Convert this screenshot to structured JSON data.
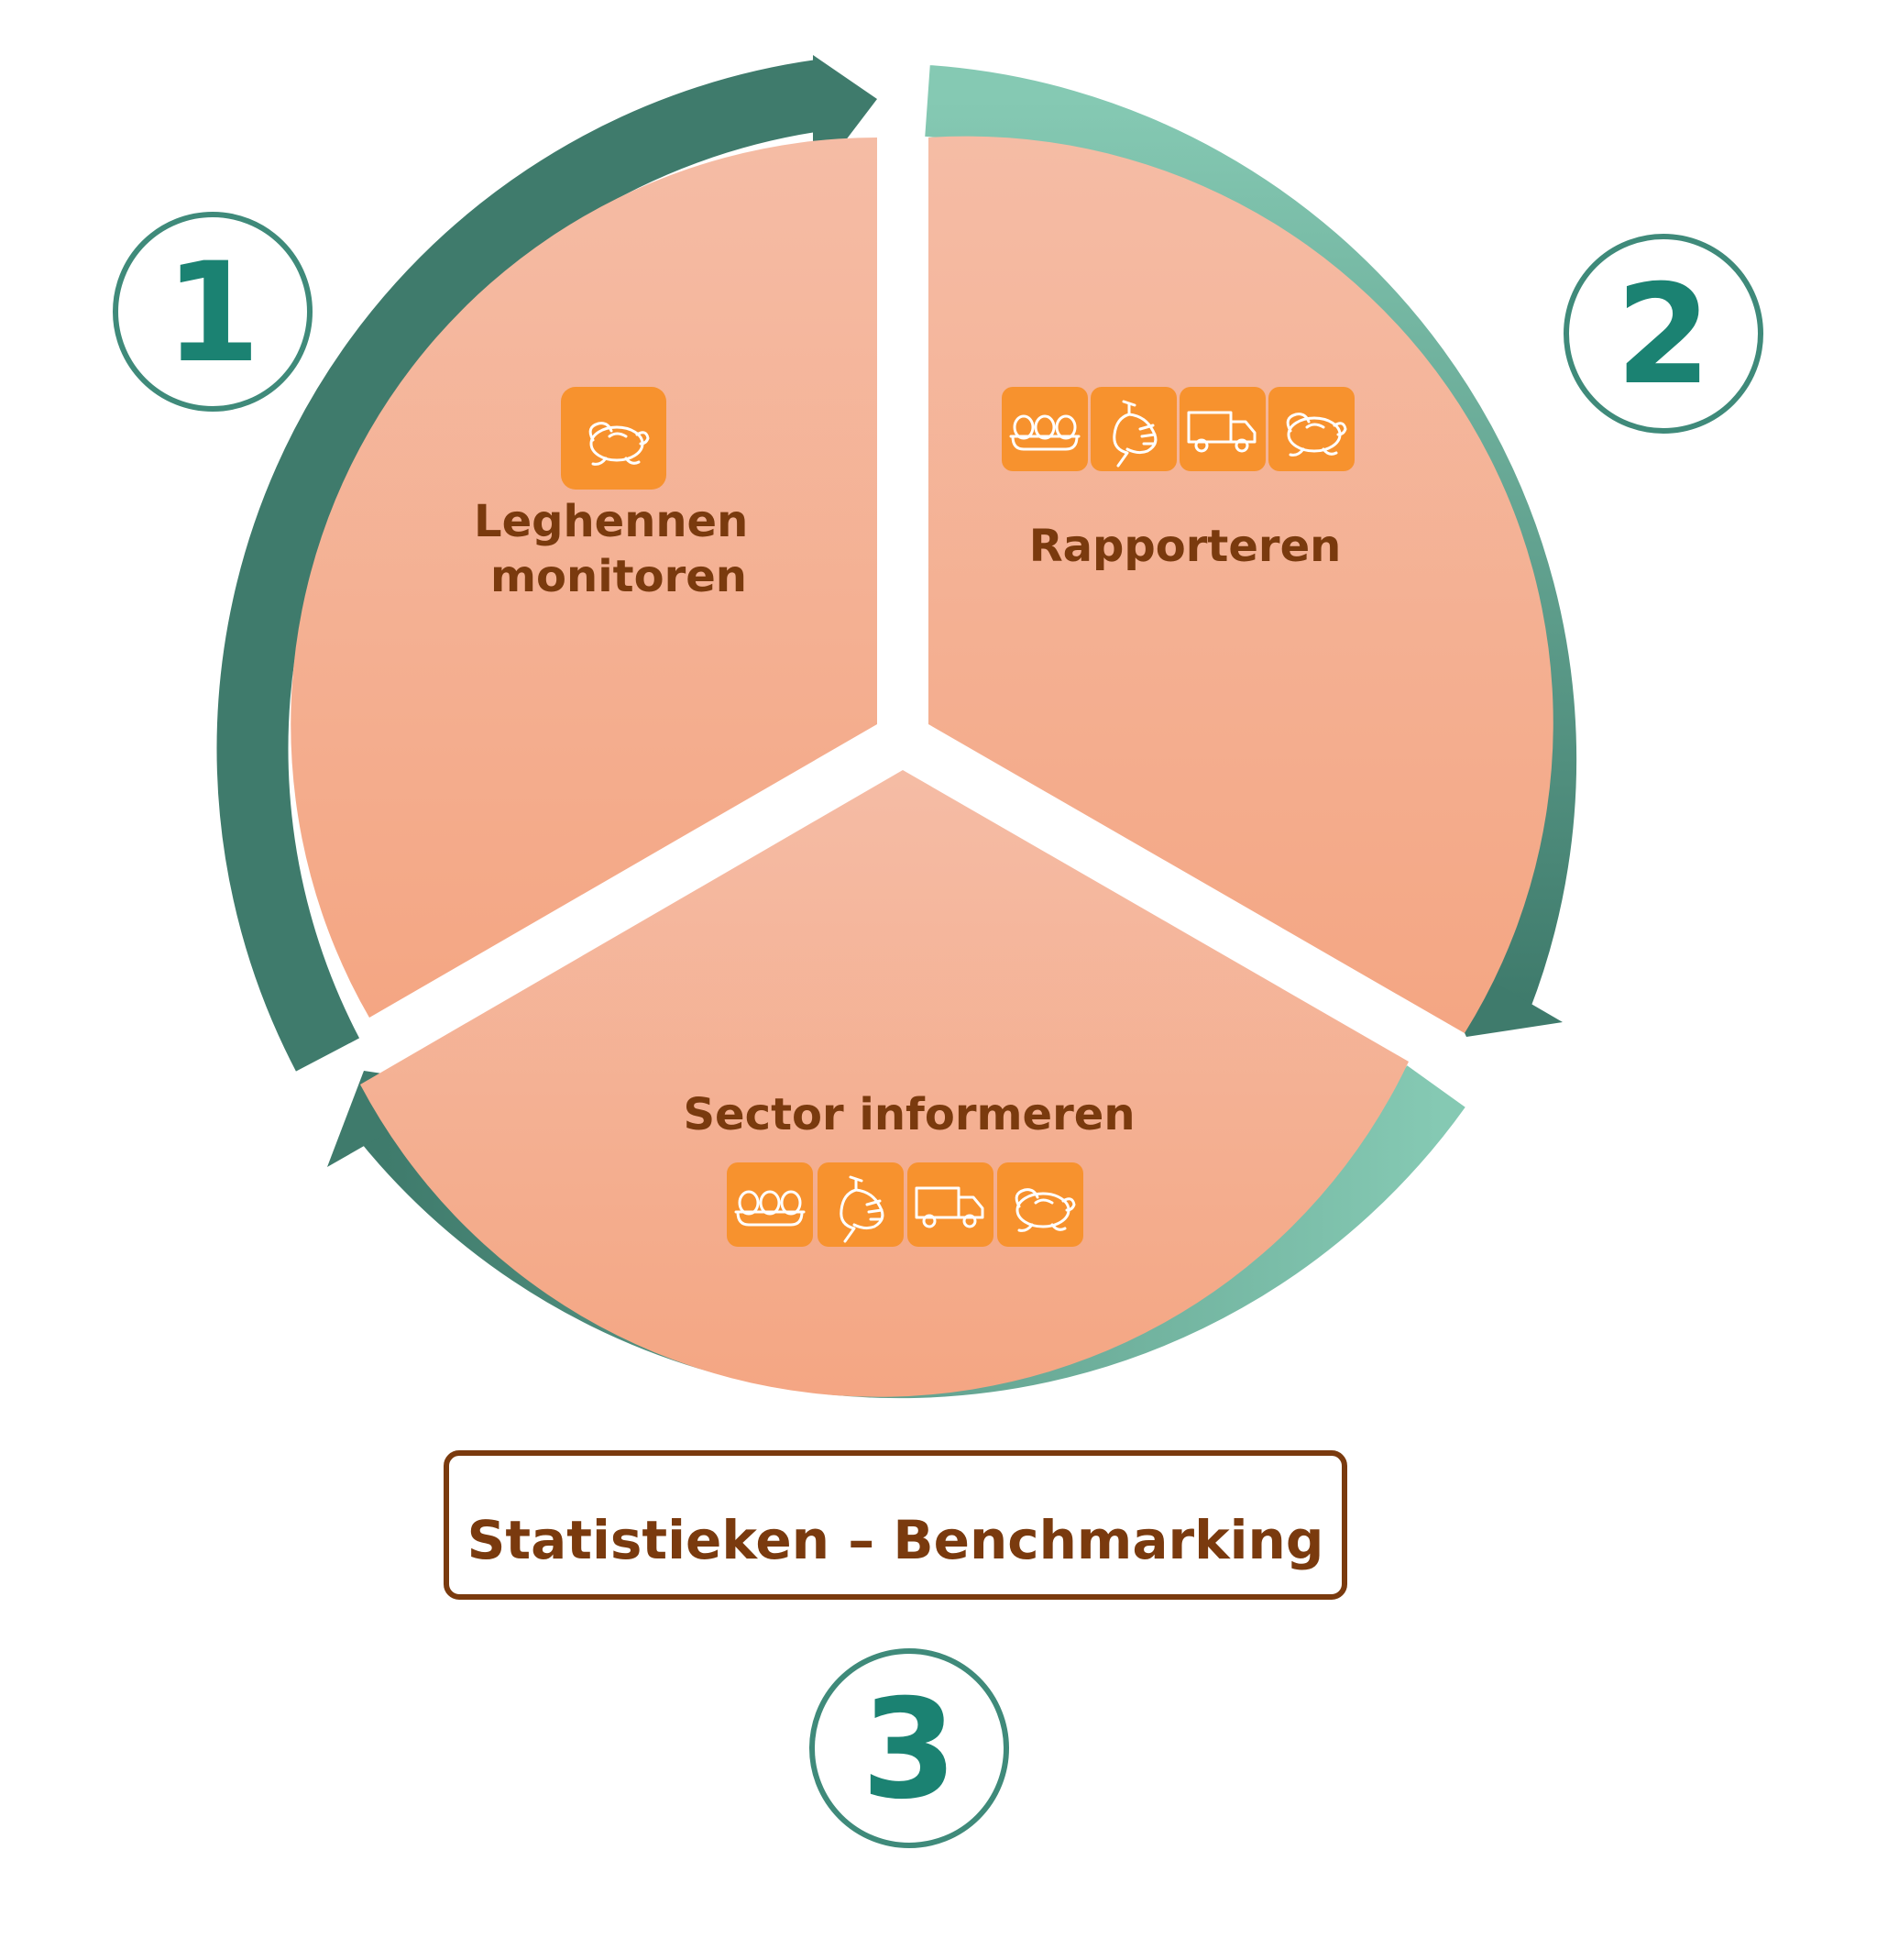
{
  "segments": [
    {
      "number": "1",
      "label_lines": [
        "Leghennen",
        "monitoren"
      ],
      "icons": [
        "chicken-icon"
      ]
    },
    {
      "number": "2",
      "label_lines": [
        "Rapporteren"
      ],
      "icons": [
        "eggs-icon",
        "slaughtered-chicken-icon",
        "truck-icon",
        "chicken-icon"
      ]
    },
    {
      "number": "3",
      "label_lines": [
        "Sector informeren"
      ],
      "icons": [
        "eggs-icon",
        "slaughtered-chicken-icon",
        "truck-icon",
        "chicken-icon"
      ]
    }
  ],
  "banner": {
    "label": "Statistieken – Benchmarking"
  },
  "colors": {
    "segment_fill_light": "#f5bca5",
    "segment_fill_dark": "#f4a683",
    "arrow_dark": "#3f7b6c",
    "arrow_light": "#85c9b3",
    "number_teal": "#1b8272",
    "label_brown": "#7a3a0e",
    "icon_orange": "#f7922e"
  }
}
